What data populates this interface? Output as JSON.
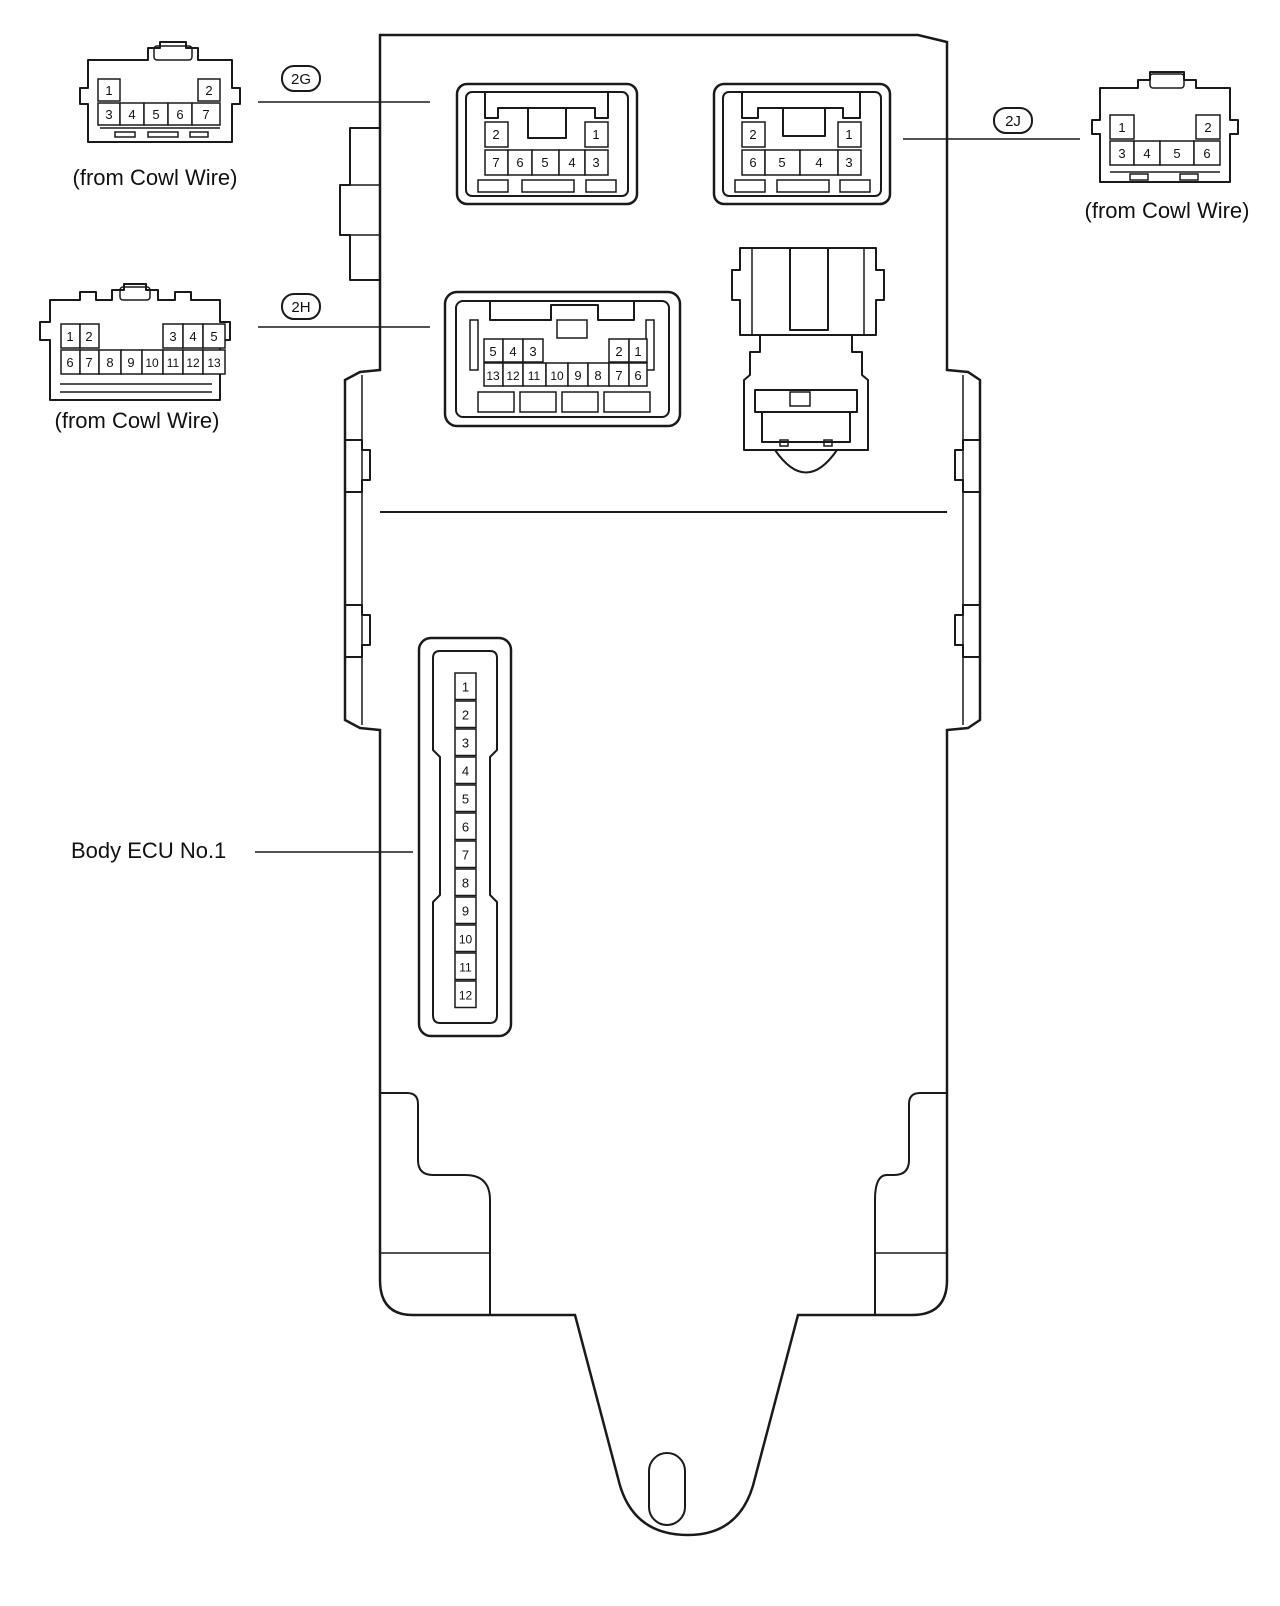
{
  "diagram": {
    "connector_2g": {
      "badge": "2G",
      "caption": "(from Cowl Wire)",
      "plug_top": [
        "1",
        "2"
      ],
      "plug_bottom": [
        "3",
        "4",
        "5",
        "6",
        "7"
      ],
      "socket_top": [
        "2",
        "1"
      ],
      "socket_bottom": [
        "7",
        "6",
        "5",
        "4",
        "3"
      ]
    },
    "connector_2j": {
      "badge": "2J",
      "caption": "(from Cowl Wire)",
      "plug_top": [
        "1",
        "2"
      ],
      "plug_bottom": [
        "3",
        "4",
        "5",
        "6"
      ],
      "socket_top": [
        "2",
        "1"
      ],
      "socket_bottom": [
        "6",
        "5",
        "4",
        "3"
      ]
    },
    "connector_2h": {
      "badge": "2H",
      "caption": "(from Cowl Wire)",
      "plug_top": [
        "1",
        "2",
        "3",
        "4",
        "5"
      ],
      "plug_bottom": [
        "6",
        "7",
        "8",
        "9",
        "10",
        "11",
        "12",
        "13"
      ],
      "socket_top": [
        "5",
        "4",
        "3",
        "2",
        "1"
      ],
      "socket_bottom": [
        "13",
        "12",
        "11",
        "10",
        "9",
        "8",
        "7",
        "6"
      ]
    },
    "body_ecu": {
      "label": "Body ECU No.1",
      "pins": [
        "1",
        "2",
        "3",
        "4",
        "5",
        "6",
        "7",
        "8",
        "9",
        "10",
        "11",
        "12"
      ]
    }
  }
}
